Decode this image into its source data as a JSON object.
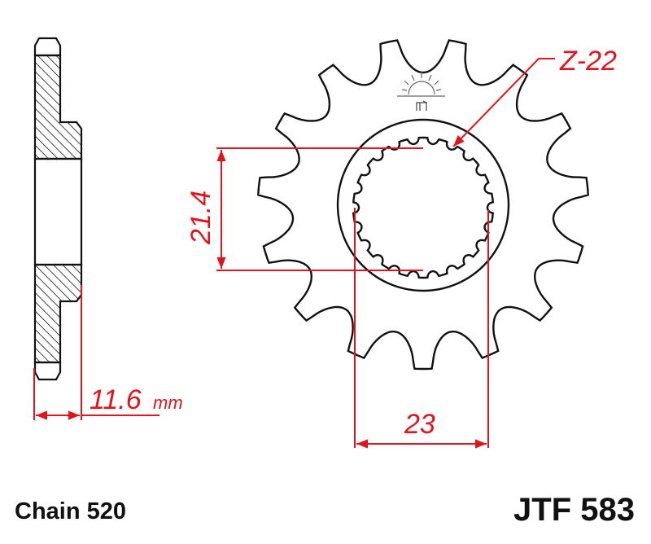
{
  "labels": {
    "chain": "Chain 520",
    "part_number": "JTF 583"
  },
  "dimensions": {
    "spline_teeth": "Z-22",
    "spline_diameter": "21.4",
    "width_across": "23",
    "thickness": "11.6",
    "thickness_unit": "mm"
  },
  "sprocket": {
    "teeth": 15
  },
  "spline": {
    "teeth": 22
  },
  "colors": {
    "dimension": "#e0141e",
    "outline": "#111111"
  }
}
